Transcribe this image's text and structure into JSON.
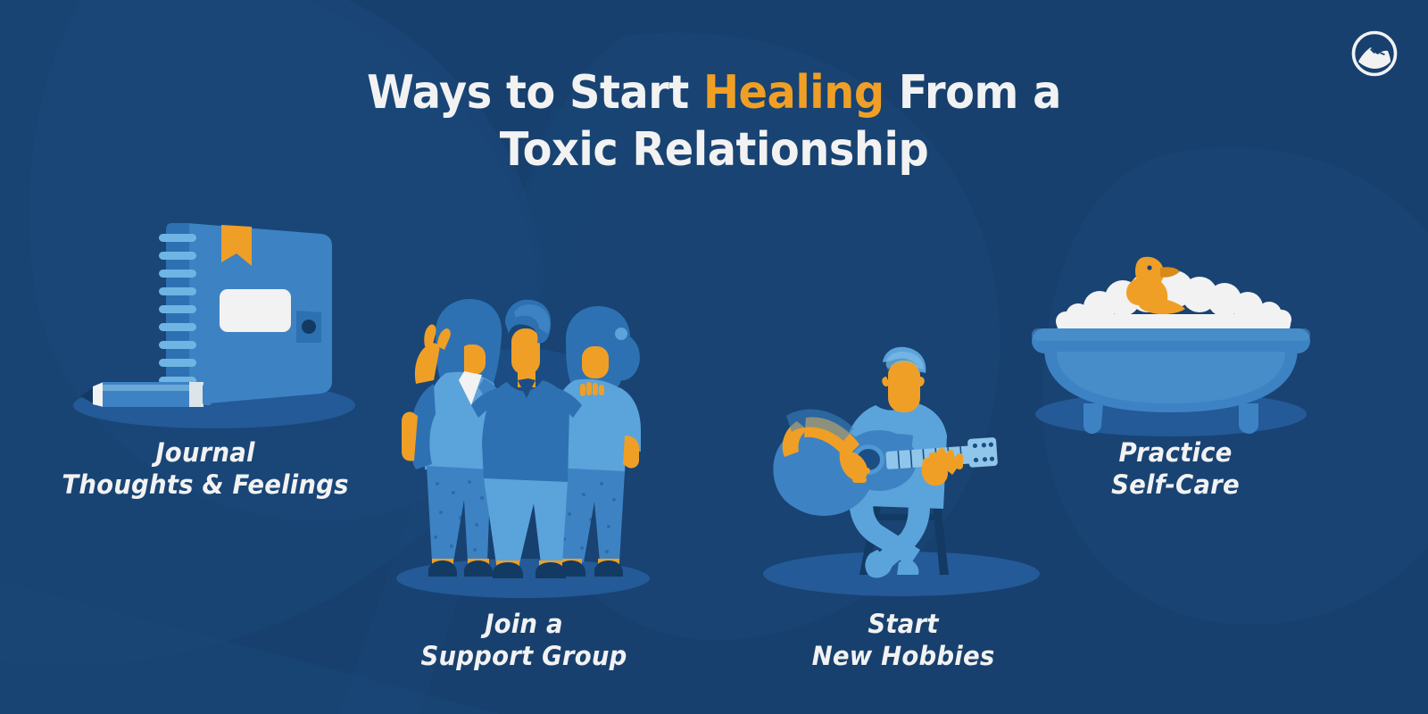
{
  "page": {
    "background_color": "#17406E",
    "accent_color": "#EF9F26",
    "text_color": "#F2F2F2",
    "illustration_blue_light": "#5BA3DB",
    "illustration_blue_mid": "#3D83C4",
    "illustration_blue_dark": "#1C4E86",
    "illustration_navy": "#123A63",
    "shadow_color": "#235A97"
  },
  "logo": {
    "name": "mountain-circle-logo",
    "color": "#F2F2F2"
  },
  "title": {
    "line1_before": "Ways to Start ",
    "line1_highlight": "Healing",
    "line1_after": " From a",
    "line2": "Toxic Relationship",
    "highlight_color": "#EF9F26"
  },
  "items": [
    {
      "id": "journal",
      "icon": "journal-notebook-icon",
      "caption_line1": "Journal",
      "caption_line2": "Thoughts & Feelings"
    },
    {
      "id": "support-group",
      "icon": "three-people-group-icon",
      "caption_line1": "Join a",
      "caption_line2": "Support Group"
    },
    {
      "id": "new-hobbies",
      "icon": "guitar-player-icon",
      "caption_line1": "Start",
      "caption_line2": "New Hobbies"
    },
    {
      "id": "self-care",
      "icon": "bathtub-rubber-duck-icon",
      "caption_line1": "Practice",
      "caption_line2": "Self-Care"
    }
  ]
}
